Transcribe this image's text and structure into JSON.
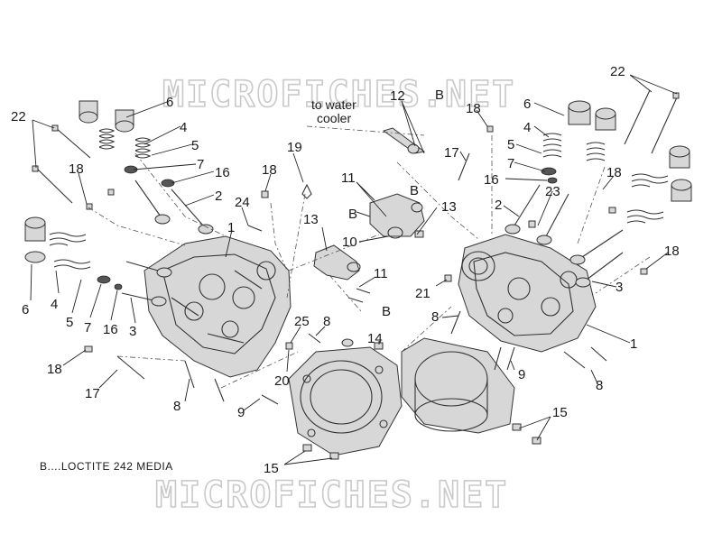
{
  "watermark": "MICROFICHES.NET",
  "legend": "B....LOCTITE 242  MEDIA",
  "note_water_cooler": [
    "to water",
    "cooler"
  ],
  "callouts": {
    "c22a": "22",
    "c18a": "18",
    "c6a": "6",
    "c4a": "4",
    "c5a": "5",
    "c7a": "7",
    "c16a": "16",
    "c2a": "2",
    "c19": "19",
    "c18b": "18",
    "c24": "24",
    "c1a": "1",
    "c6b": "6",
    "c4b": "4",
    "c5b": "5",
    "c7b": "7",
    "c16b": "16",
    "c3a": "3",
    "c18c": "18",
    "c17a": "17",
    "c8a": "8",
    "c9a": "9",
    "c20": "20",
    "c25": "25",
    "c8b": "8",
    "c15a": "15",
    "c14": "14",
    "c15b": "15",
    "c12": "12",
    "cB1": "B",
    "c11a": "11",
    "cB2": "B",
    "cB3": "B",
    "c10": "10",
    "c13a": "13",
    "c13b": "13",
    "c11b": "11",
    "cB4": "B",
    "c21": "21",
    "c8c": "8",
    "c9b": "9",
    "c17b": "17",
    "c18d": "18",
    "c6c": "6",
    "c4c": "4",
    "c5c": "5",
    "c7c": "7",
    "c16c": "16",
    "c2b": "2",
    "c23": "23",
    "c18e": "18",
    "c18f": "18",
    "c3b": "3",
    "c1b": "1",
    "c8d": "8",
    "c22b": "22"
  },
  "colors": {
    "line": "#333333",
    "fill": "#d7d7d7",
    "watermark": "#c9c9c9"
  }
}
